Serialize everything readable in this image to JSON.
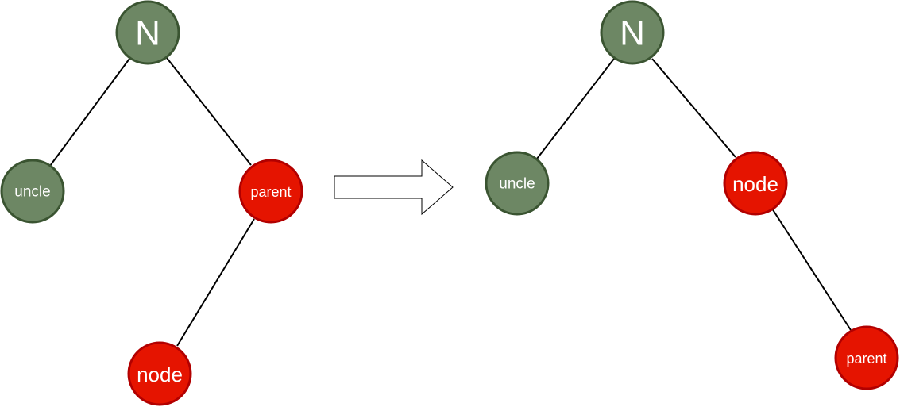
{
  "colors": {
    "black_node_fill": "#6d8764",
    "black_node_stroke": "#3a5431",
    "red_node_fill": "#e51400",
    "red_node_stroke": "#b20000",
    "edge": "#000000",
    "arrow_fill": "#ffffff",
    "arrow_stroke": "#000000",
    "label": "#ffffff"
  },
  "before": {
    "root_label": "N",
    "uncle_label": "uncle",
    "parent_label": "parent",
    "node_label": "node"
  },
  "transition": {
    "arrow_icon": "right-arrow-icon"
  },
  "after": {
    "root_label": "N",
    "uncle_label": "uncle",
    "node_label": "node",
    "parent_label": "parent"
  }
}
